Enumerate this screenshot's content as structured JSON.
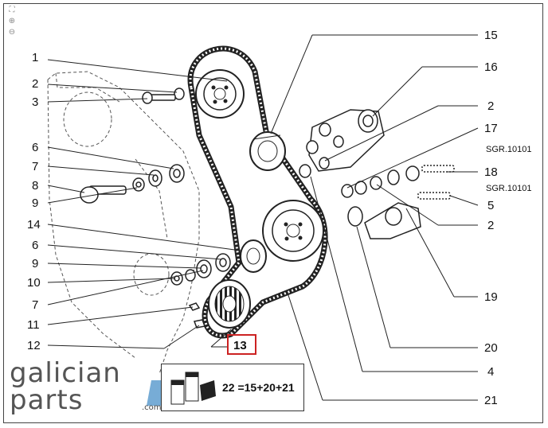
{
  "toolbar": {
    "fullscreen_icon": "fullscreen-icon",
    "zoom_in_icon": "zoom-in-icon",
    "zoom_out_icon": "zoom-out-icon"
  },
  "callouts_left": [
    "1",
    "2",
    "3",
    "6",
    "7",
    "8",
    "9",
    "14",
    "6",
    "9",
    "10",
    "7",
    "11",
    "12"
  ],
  "callouts_right": [
    "15",
    "16",
    "2",
    "17",
    "18",
    "5",
    "2",
    "19",
    "20",
    "4",
    "21"
  ],
  "sgr_labels": [
    "SGR.10101",
    "SGR.10101"
  ],
  "highlight_label": "13",
  "highlight_color": "#cc2222",
  "kit": {
    "formula": "22 =15+20+21"
  },
  "logo": {
    "line1": "galician",
    "line2": "parts",
    "suffix": ".com",
    "accent_color": "#4a90c8"
  }
}
